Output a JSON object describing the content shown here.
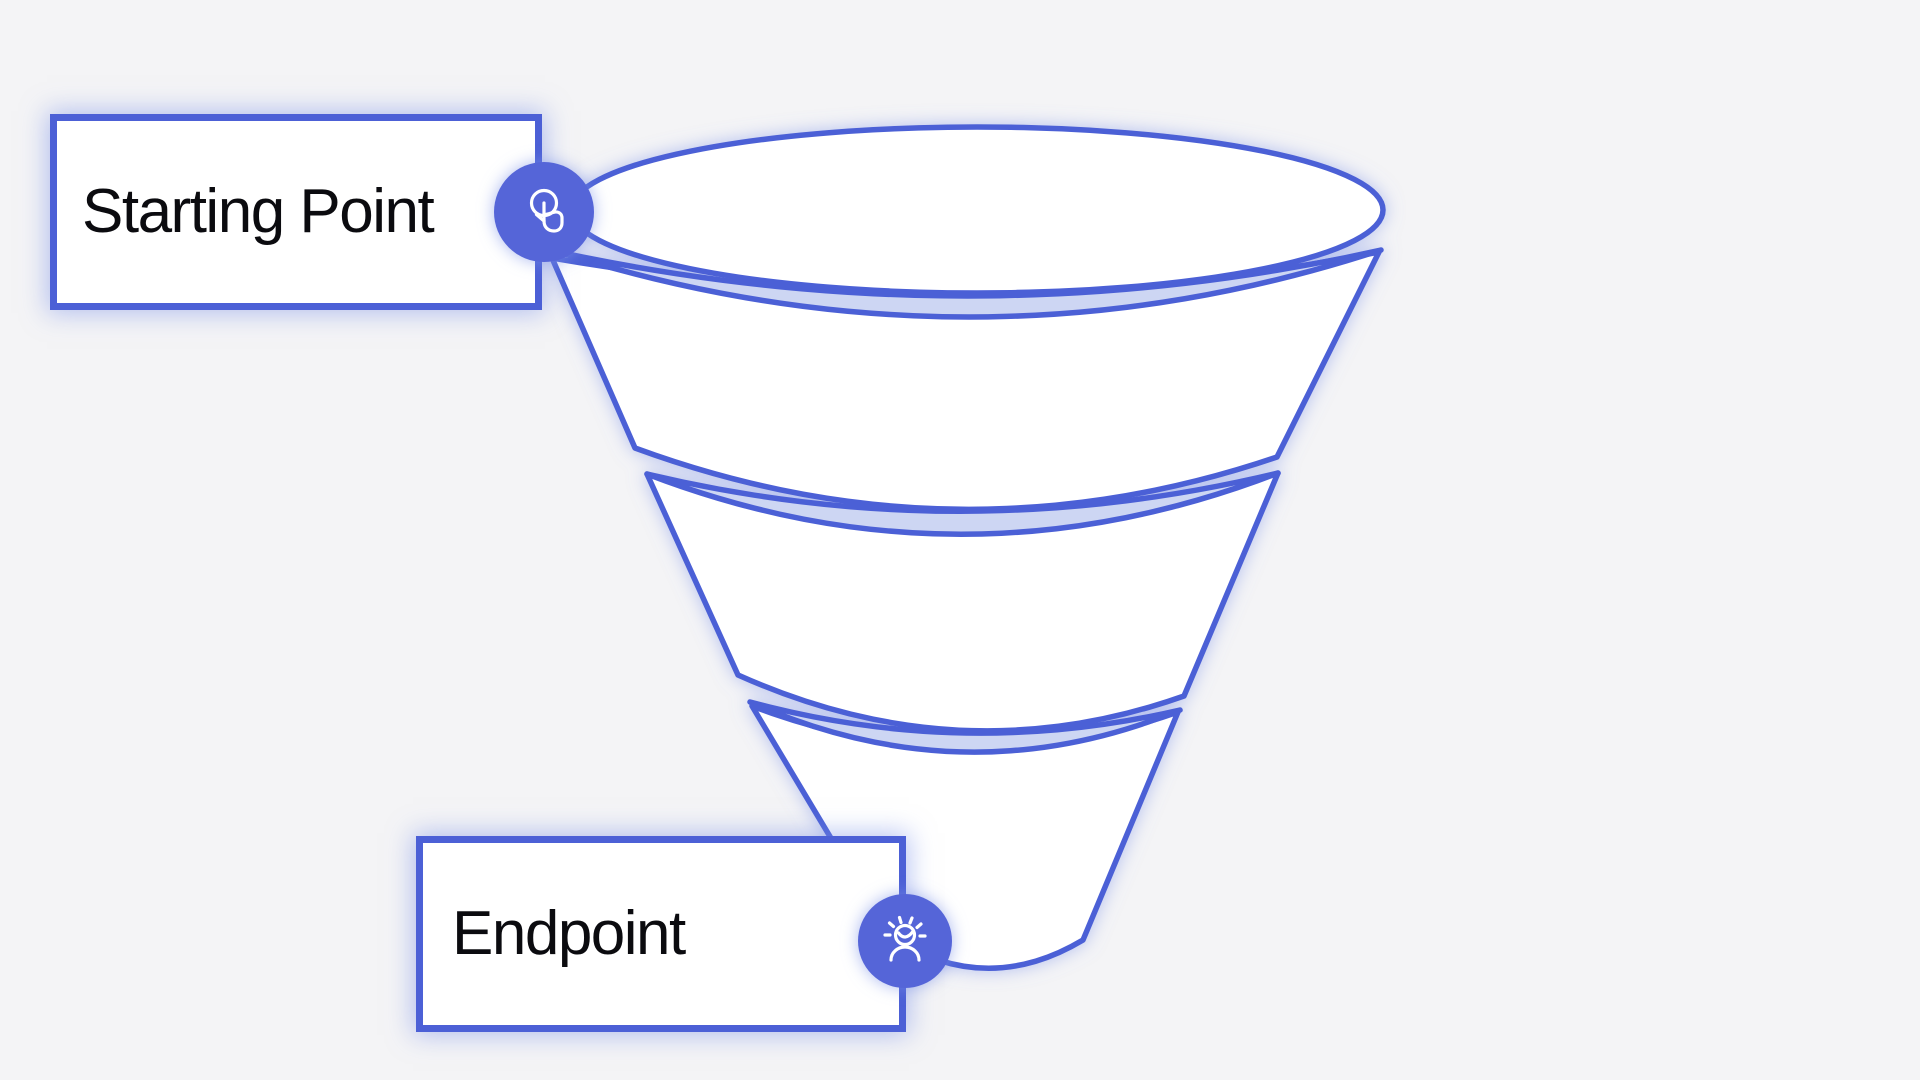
{
  "diagram": {
    "type": "funnel",
    "tiers": 4,
    "separator_bands": 3,
    "colors": {
      "background": "#f4f4f6",
      "accent_stroke": "#4c60d6",
      "band_fill": "#cdd6f3",
      "node_fill": "#ffffff",
      "badge_fill": "#5565d8",
      "glow": "#7e93e8",
      "text": "#0b0b0f"
    },
    "nodes": [
      {
        "label": "Starting Point",
        "icon": "tap-gesture-icon",
        "position": "top-left"
      },
      {
        "label": "Endpoint",
        "icon": "person-idea-icon",
        "position": "bottom-left"
      }
    ]
  }
}
